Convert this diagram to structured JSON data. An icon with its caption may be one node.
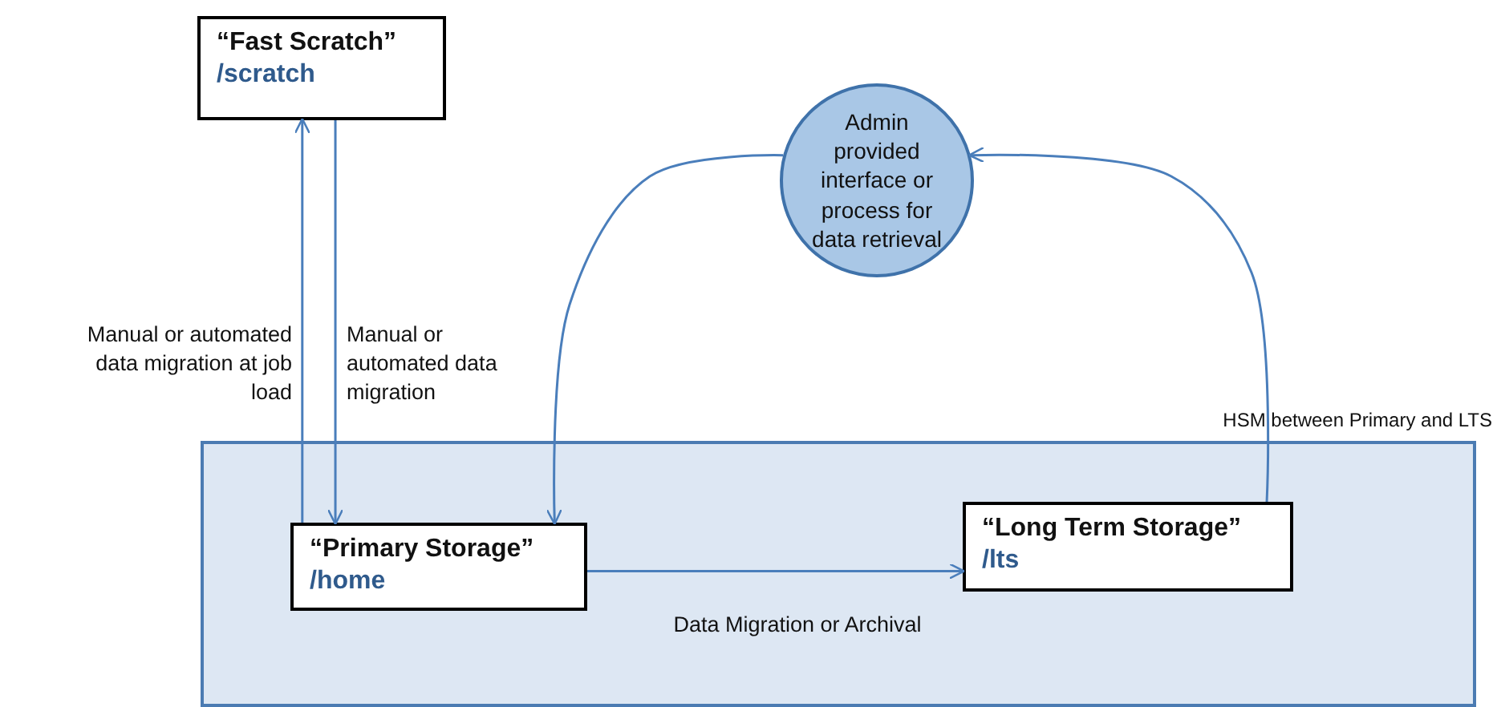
{
  "diagram": {
    "nodes": [
      {
        "text": [
          "“Fast Scratch”",
          "/scratch"
        ]
      },
      {
        "text": [
          "Admin provided interface or process for data retrieval"
        ]
      },
      {
        "text": [
          "HSM between Primary and LTS"
        ]
      },
      {
        "text": [
          "“Primary Storage”",
          "/home"
        ],
        "in": 2
      },
      {
        "text": [
          "“Long Term Storage”",
          "/lts"
        ],
        "in": 2
      }
    ],
    "edges": [
      {
        "from": 3,
        "to": 0,
        "arrow": "to",
        "label": "Manual or automated data migration at job load"
      },
      {
        "from": 0,
        "to": 3,
        "arrow": "to",
        "label": "Manual or automated data migration"
      },
      {
        "from": 3,
        "to": 4,
        "arrow": "to",
        "label": "Data Migration or Archival"
      },
      {
        "from": 4,
        "to": 1,
        "arrow": "to"
      },
      {
        "from": 1,
        "to": 3,
        "arrow": "to"
      }
    ]
  }
}
